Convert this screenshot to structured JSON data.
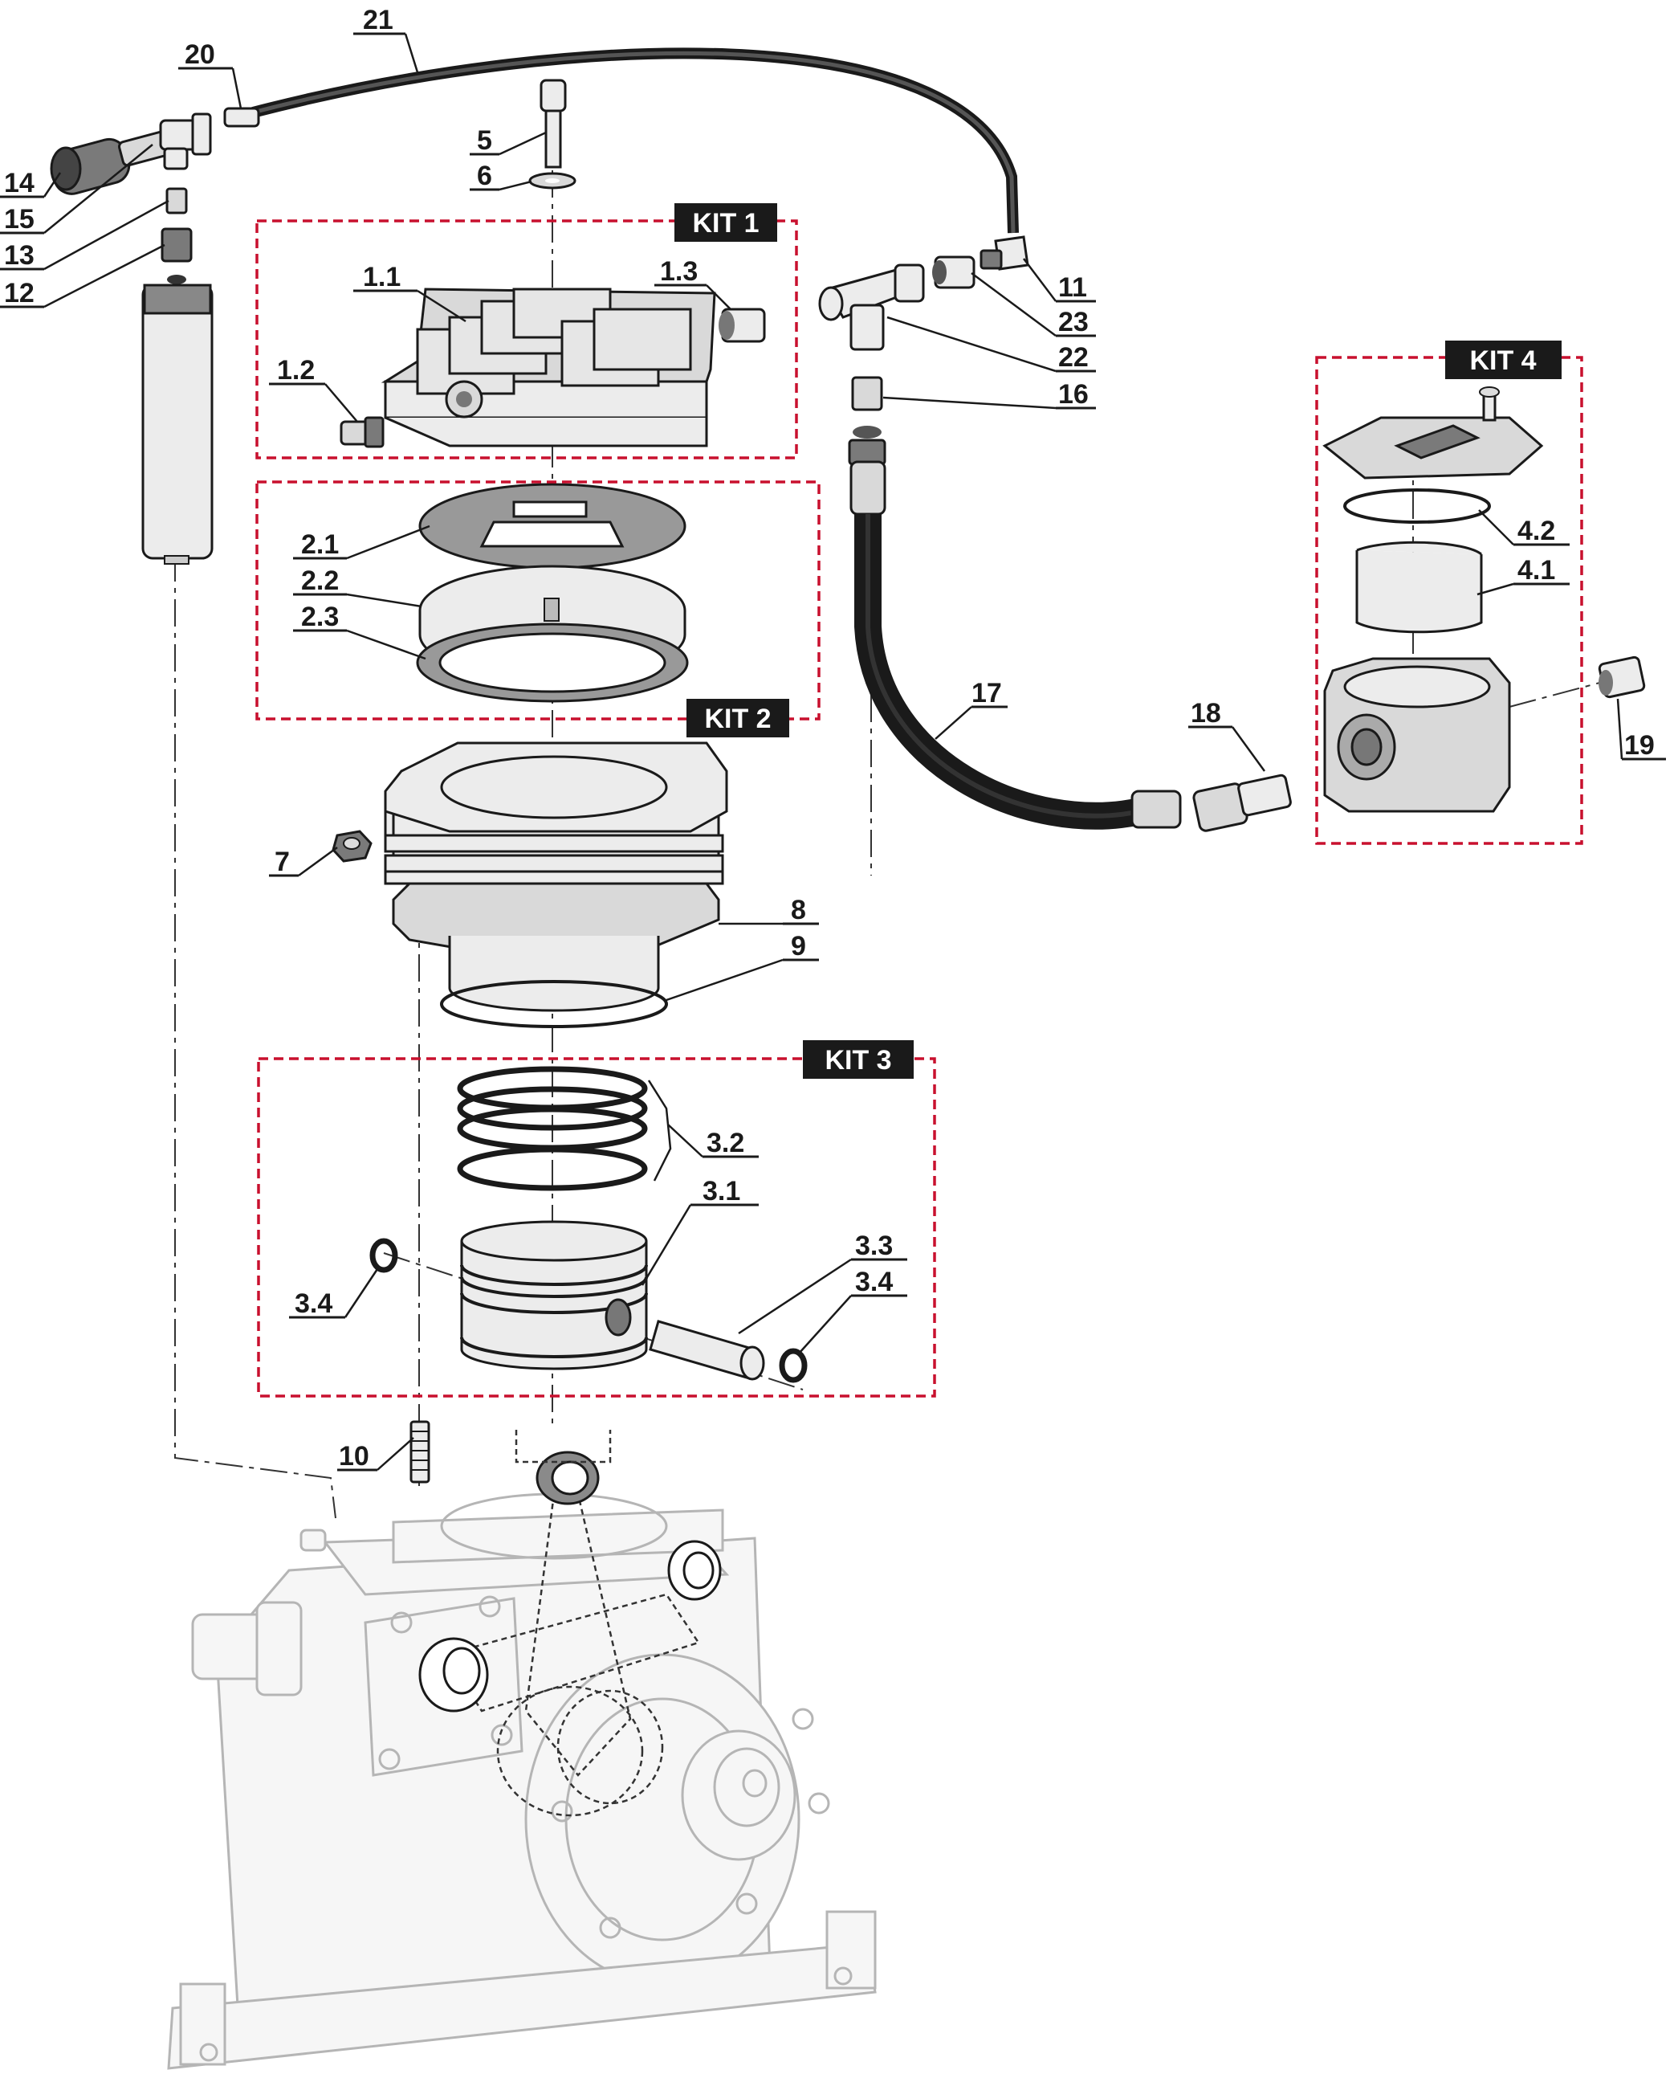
{
  "kits": [
    {
      "id": "kit1",
      "label": "KIT 1"
    },
    {
      "id": "kit2",
      "label": "KIT 2"
    },
    {
      "id": "kit3",
      "label": "KIT 3"
    },
    {
      "id": "kit4",
      "label": "KIT 4"
    }
  ],
  "callouts": {
    "c1_1": "1.1",
    "c1_2": "1.2",
    "c1_3": "1.3",
    "c2_1": "2.1",
    "c2_2": "2.2",
    "c2_3": "2.3",
    "c3_1": "3.1",
    "c3_2": "3.2",
    "c3_3": "3.3",
    "c3_4a": "3.4",
    "c3_4b": "3.4",
    "c4_1": "4.1",
    "c4_2": "4.2",
    "c5": "5",
    "c6": "6",
    "c7": "7",
    "c8": "8",
    "c9": "9",
    "c10": "10",
    "c11": "11",
    "c12": "12",
    "c13": "13",
    "c14": "14",
    "c15": "15",
    "c16": "16",
    "c17": "17",
    "c18": "18",
    "c19": "19",
    "c20": "20",
    "c21": "21",
    "c22": "22",
    "c23": "23"
  },
  "colors": {
    "kit_border": "#c8102e",
    "kit_label_bg": "#1a1a1a",
    "ink": "#1a1a1a",
    "ghost": "#b5b5b5"
  }
}
